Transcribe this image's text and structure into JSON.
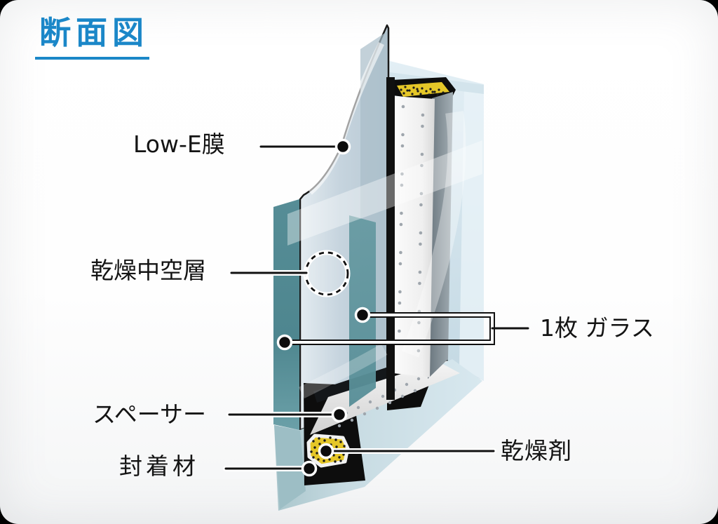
{
  "page": {
    "title": "断面図"
  },
  "labels": {
    "low_e_film": "Low-E膜",
    "dry_air_layer": "乾燥中空層",
    "single_glass": "1枚 ガラス",
    "spacer": "スペーサー",
    "sealant": "封着材",
    "desiccant": "乾燥剤"
  },
  "colors": {
    "title_blue": "#1b87c8",
    "glass_edge_teal": "#4e868f",
    "glass_face_light": "#cdd9e1",
    "back_pane_pale": "#d9e8f0",
    "desiccant_yellow": "#e5c728",
    "sealant_black": "#0d0d0d",
    "leader_line": "#111111"
  }
}
